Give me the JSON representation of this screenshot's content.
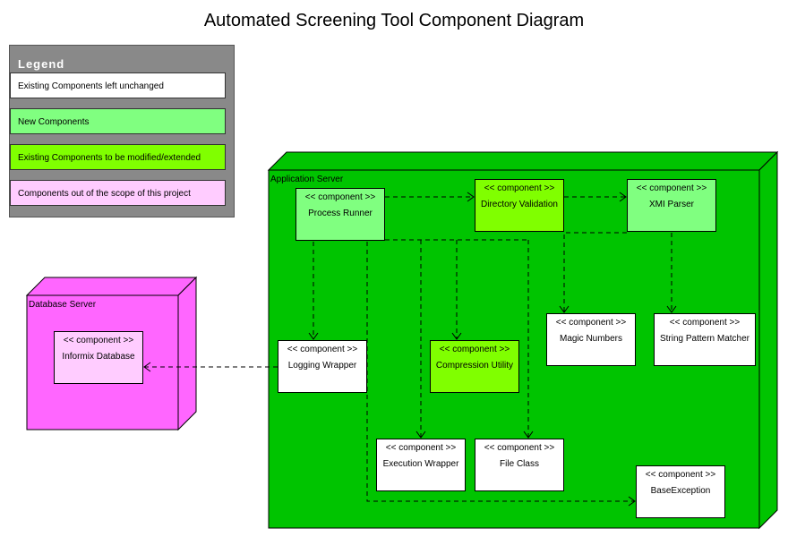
{
  "title": "Automated Screening Tool Component Diagram",
  "legend": {
    "heading": "Legend",
    "entries": [
      {
        "label": "Existing Components left unchanged",
        "color": "#ffffff"
      },
      {
        "label": "New Components",
        "color": "#80ff80"
      },
      {
        "label": "Existing Components to be modified/extended",
        "color": "#80ff00"
      },
      {
        "label": "Components out of the scope of this project",
        "color": "#ffccff"
      }
    ]
  },
  "nodes": {
    "app_server": {
      "label": "Application Server",
      "color": "#00c400"
    },
    "db_server": {
      "label": "Database Server",
      "color": "#ff66ff"
    }
  },
  "stereotype": "<< component >>",
  "components": {
    "process_runner": "Process Runner",
    "directory_validation": "Directory Validation",
    "xmi_parser": "XMI Parser",
    "magic_numbers": "Magic Numbers",
    "string_pattern_matcher": "String Pattern Matcher",
    "logging_wrapper": "Logging Wrapper",
    "compression_utility": "Compression Utility",
    "execution_wrapper": "Execution Wrapper",
    "file_class": "File Class",
    "base_exception": "BaseException",
    "informix_database": "Informix Database"
  }
}
